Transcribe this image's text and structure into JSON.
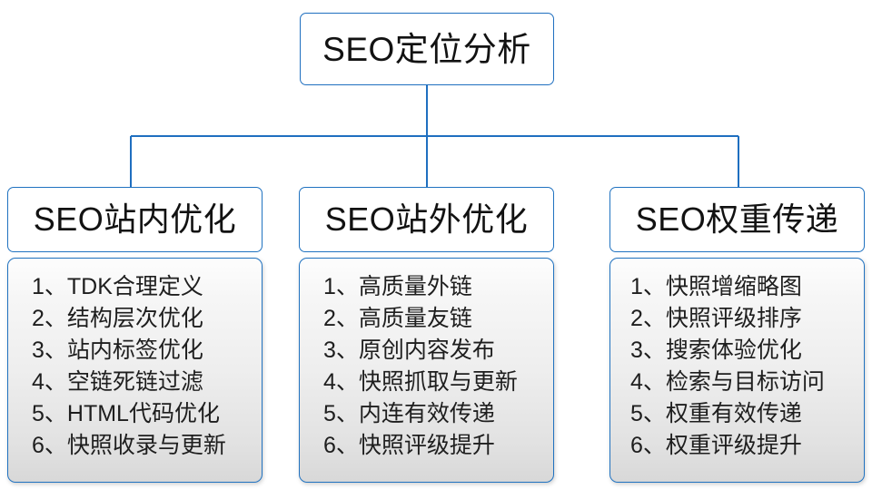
{
  "diagram": {
    "type": "organization-tree",
    "root": {
      "label": "SEO定位分析"
    },
    "accent_color": "#2072c0",
    "connector_color": "#1f6fc0",
    "branches": [
      {
        "header": "SEO站内优化",
        "items": [
          {
            "index": "1、",
            "label": "TDK合理定义"
          },
          {
            "index": "2、",
            "label": "结构层次优化"
          },
          {
            "index": "3、",
            "label": "站内标签优化"
          },
          {
            "index": "4、",
            "label": "空链死链过滤"
          },
          {
            "index": "5、",
            "label": "HTML代码优化"
          },
          {
            "index": "6、",
            "label": "快照收录与更新"
          }
        ]
      },
      {
        "header": "SEO站外优化",
        "items": [
          {
            "index": "1、",
            "label": "高质量外链"
          },
          {
            "index": "2、",
            "label": "高质量友链"
          },
          {
            "index": "3、",
            "label": "原创内容发布"
          },
          {
            "index": "4、",
            "label": "快照抓取与更新"
          },
          {
            "index": "5、",
            "label": "内连有效传递"
          },
          {
            "index": "6、",
            "label": "快照评级提升"
          }
        ]
      },
      {
        "header": "SEO权重传递",
        "items": [
          {
            "index": "1、",
            "label": "快照增缩略图"
          },
          {
            "index": "2、",
            "label": "快照评级排序"
          },
          {
            "index": "3、",
            "label": "搜索体验优化"
          },
          {
            "index": "4、",
            "label": "检索与目标访问"
          },
          {
            "index": "5、",
            "label": "权重有效传递"
          },
          {
            "index": "6、",
            "label": "权重评级提升"
          }
        ]
      }
    ]
  }
}
